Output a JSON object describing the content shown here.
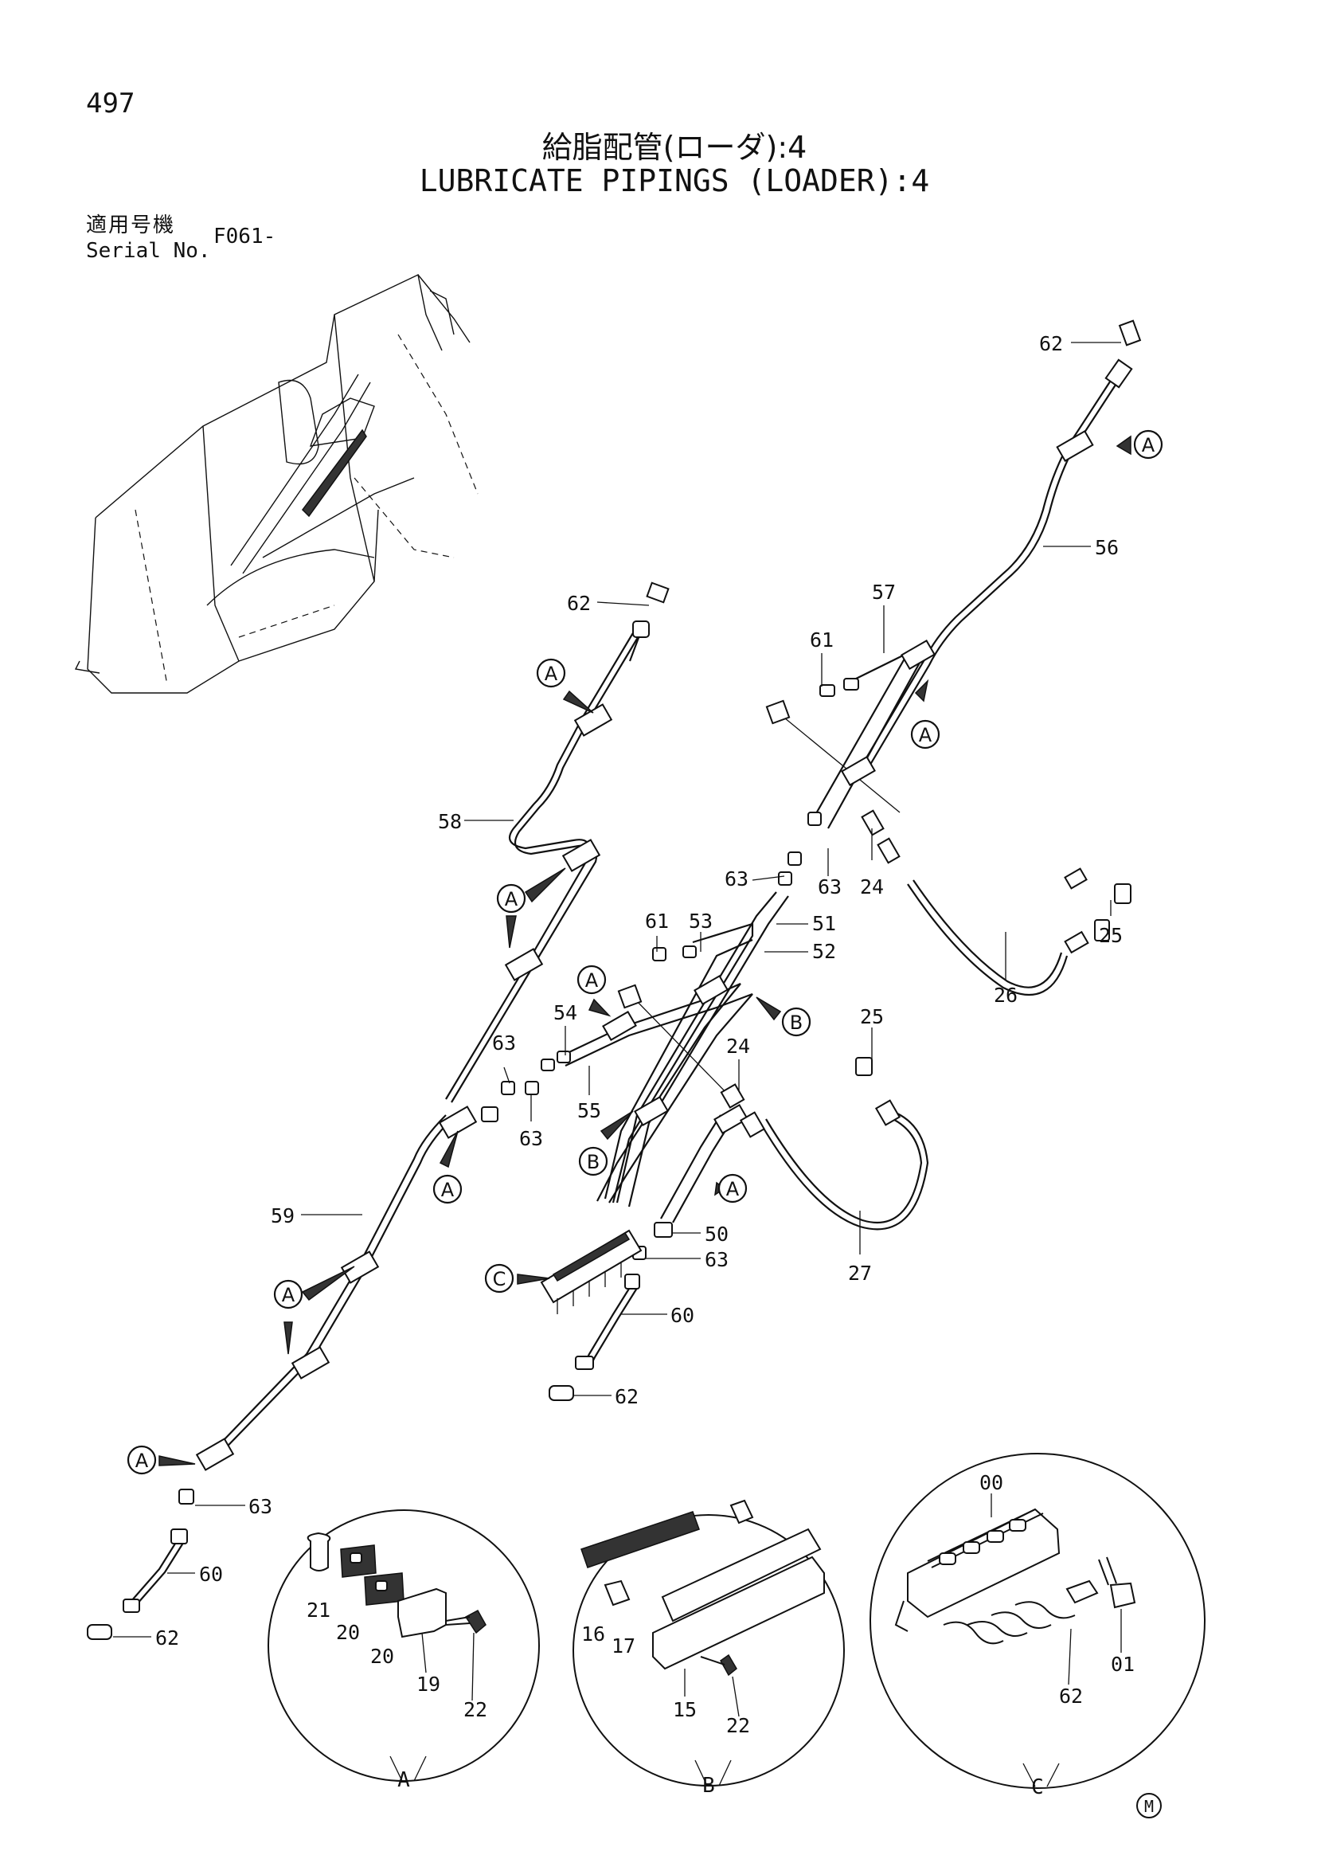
{
  "page_number": "497",
  "title_jp": "給脂配管(ローダ):4",
  "title_en": "LUBRICATE PIPINGS (LOADER):4",
  "serial": {
    "label_jp": "適用号機",
    "label_en": "Serial No.",
    "value": "F061-"
  },
  "callout_letters": [
    "A",
    "B",
    "C"
  ],
  "part_labels": {
    "p62a": "62",
    "p56": "56",
    "p57": "57",
    "p61a": "61",
    "p62b": "62",
    "p58": "58",
    "p63a": "63",
    "p63b": "63",
    "p24a": "24",
    "p25a": "25",
    "p53": "53",
    "p61b": "61",
    "p51": "51",
    "p52": "52",
    "p26": "26",
    "p54": "54",
    "p63c": "63",
    "p55": "55",
    "p63d": "63",
    "p25b": "25",
    "p24b": "24",
    "p59": "59",
    "p50": "50",
    "p63e": "63",
    "p27": "27",
    "p60a": "60",
    "p62c": "62",
    "p63f": "63",
    "p60b": "60",
    "p62d": "62"
  },
  "detail_a": {
    "label": "A",
    "parts": [
      "21",
      "20",
      "20",
      "19",
      "22"
    ]
  },
  "detail_b": {
    "label": "B",
    "parts": [
      "16",
      "17",
      "15",
      "22"
    ]
  },
  "detail_c": {
    "label": "C",
    "parts": [
      "00",
      "62",
      "01"
    ]
  },
  "corner_mark": "M"
}
